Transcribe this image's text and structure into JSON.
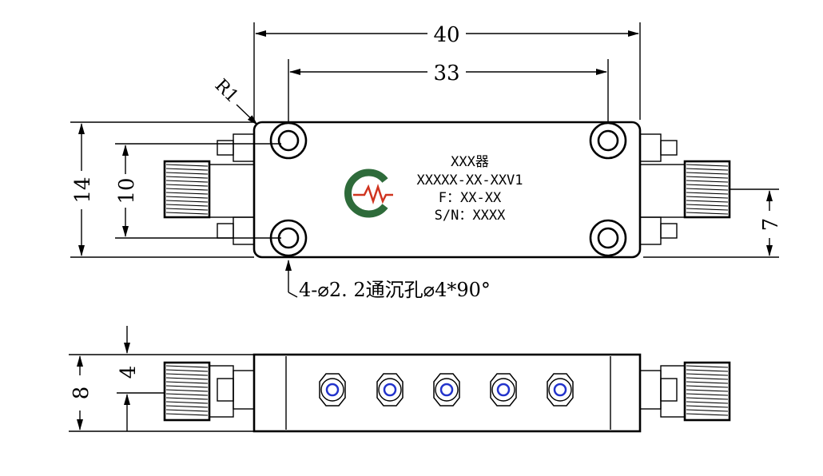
{
  "dimensions": {
    "overall_length": "40",
    "hole_spacing": "33",
    "height": "14",
    "hole_pitch": "10",
    "connector_offset": "7",
    "corner_radius": "R1",
    "thickness": "8",
    "port_height": "4"
  },
  "hole_note": "4-⌀2. 2通沉孔⌀4*90°",
  "label": {
    "product": "XXX器",
    "model": "XXXXX-XX-XXV1",
    "frequency": "F：XX-XX",
    "serial": "S/N：XXXX"
  },
  "colors": {
    "logo_green": "#2e6b3a",
    "logo_red": "#d0341f",
    "port_blue": "#2233cc"
  },
  "icons": [
    "company-logo-icon",
    "sma-connector-icon",
    "tuning-screw-icon"
  ]
}
